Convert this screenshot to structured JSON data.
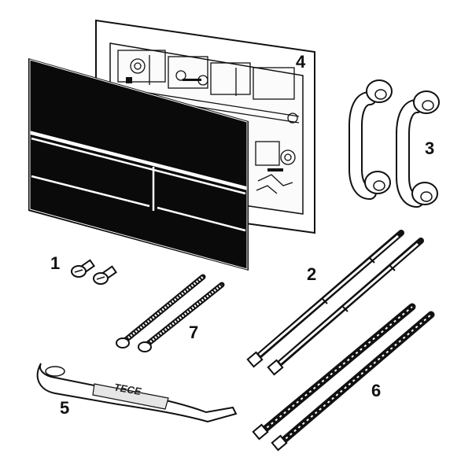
{
  "callouts": {
    "screws": "1",
    "long_rods": "2",
    "brackets": "3",
    "mounting_frame": "4",
    "key_tool": "5",
    "threaded_rods": "6",
    "long_screws": "7"
  },
  "logo": {
    "text": "TECE"
  },
  "colors": {
    "panel": "#0a0a0a",
    "line": "#111111",
    "frame_fill": "#ffffff",
    "background": "#ffffff"
  }
}
